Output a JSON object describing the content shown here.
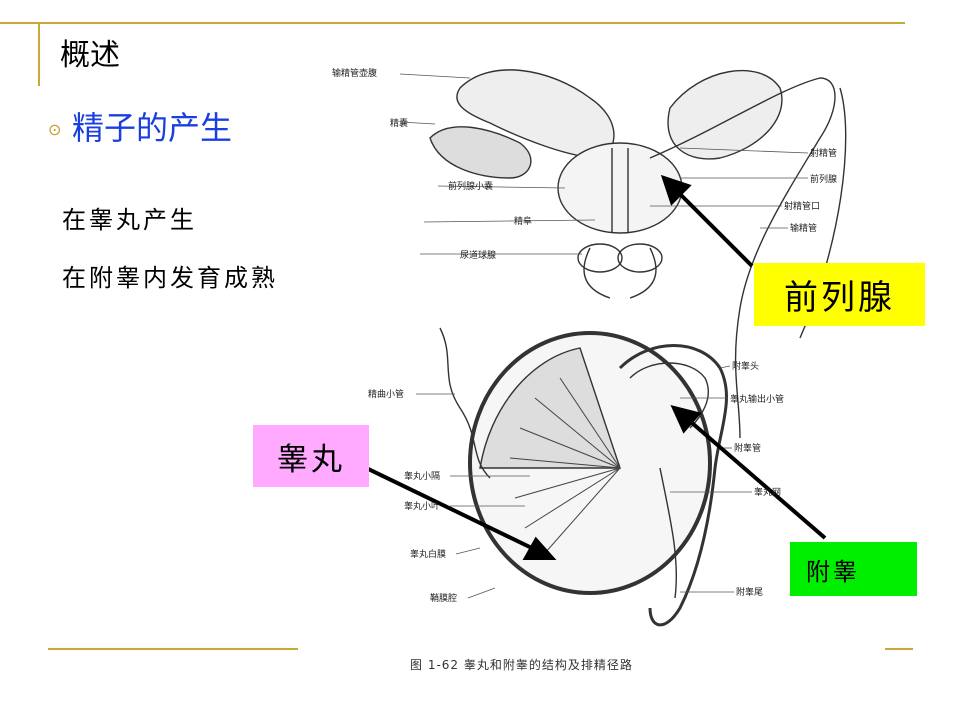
{
  "slide": {
    "title": "概述",
    "subtitle": "精子的产生",
    "lines": [
      "在睾丸产生",
      "在附睾内发育成熟"
    ]
  },
  "callouts": {
    "prostate": "前列腺",
    "testis": "睾丸",
    "epididymis": "附睾"
  },
  "figure": {
    "caption": "图 1-62   睾丸和附睾的结构及排精径路",
    "labels": {
      "ampulla": "输精管壶腹",
      "seminal_vesicle": "精囊",
      "prostatic_utricle": "前列腺小囊",
      "colliculus": "精阜",
      "bulbourethral": "尿道球腺",
      "ejaculatory_duct": "射精管",
      "prostate": "前列腺",
      "ejaculatory_orifice": "射精管口",
      "vas_deferens": "输精管",
      "head_epididymis": "附睾头",
      "efferent_ductules": "睾丸输出小管",
      "seminiferous": "精曲小管",
      "epididymal_duct": "附睾管",
      "septa": "睾丸小隔",
      "lobules": "睾丸小叶",
      "mediastinum": "睾丸网",
      "albuginea": "睾丸白膜",
      "tail_epididymis": "附睾尾",
      "vaginal_cavity": "鞘膜腔"
    }
  },
  "colors": {
    "accent_rule": "#c8a93a",
    "subtitle": "#1a3fe0",
    "prostate_box": "#ffff00",
    "testis_box": "#ffaaff",
    "epididymis_box": "#00ee00"
  }
}
